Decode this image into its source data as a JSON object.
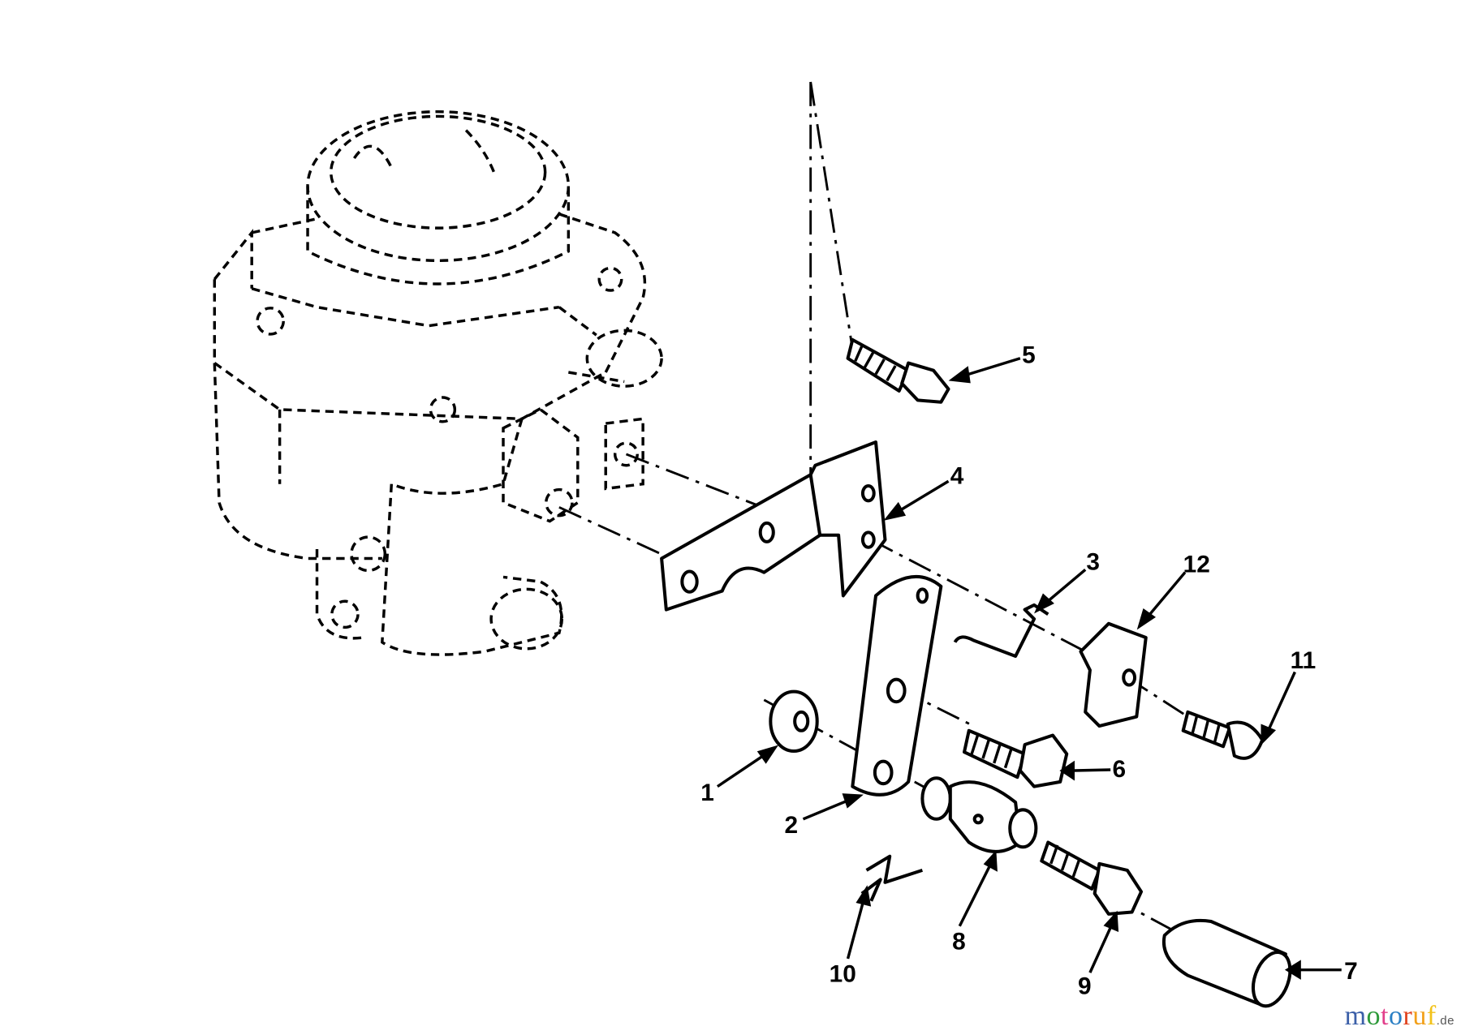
{
  "diagram": {
    "type": "exploded parts diagram",
    "callouts": [
      {
        "id": "1",
        "label": "1"
      },
      {
        "id": "2",
        "label": "2"
      },
      {
        "id": "3",
        "label": "3"
      },
      {
        "id": "4",
        "label": "4"
      },
      {
        "id": "5",
        "label": "5"
      },
      {
        "id": "6",
        "label": "6"
      },
      {
        "id": "7",
        "label": "7"
      },
      {
        "id": "8",
        "label": "8"
      },
      {
        "id": "9",
        "label": "9"
      },
      {
        "id": "10",
        "label": "10"
      },
      {
        "id": "11",
        "label": "11"
      },
      {
        "id": "12",
        "label": "12"
      }
    ]
  },
  "watermark": {
    "text": "motoruf",
    "suffix": ".de",
    "letter_colors": [
      "#3b5fa8",
      "#2e9a3a",
      "#e23f8c",
      "#2a7fc4",
      "#e0431f",
      "#f2a01a",
      "#f2c21a"
    ]
  }
}
